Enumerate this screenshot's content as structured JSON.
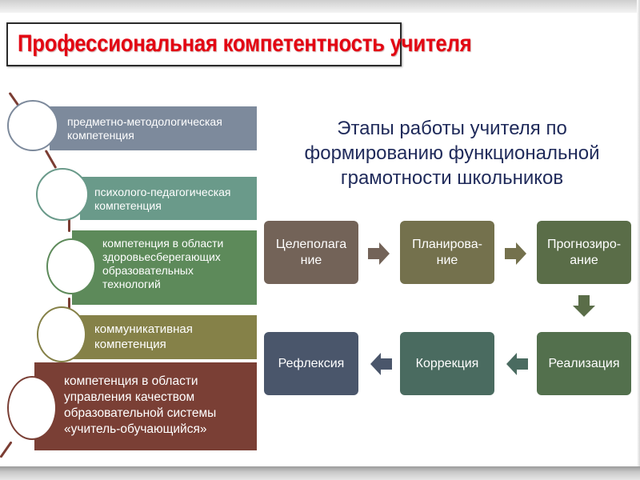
{
  "slide": {
    "title": "Профессиональная компетентность учителя",
    "title_color": "#e30613"
  },
  "competencies": [
    {
      "lines": [
        "предметно-методологическая",
        "компетенция"
      ],
      "color": "#7d8a9c",
      "circle_border": "#7d8a9c"
    },
    {
      "lines": [
        "психолого-педагогическая",
        "компетенция"
      ],
      "color": "#6a9a8a",
      "circle_border": "#6a9a8a"
    },
    {
      "lines": [
        "компетенция в области",
        "здоровьесберегающих",
        "образовательных",
        "технологий"
      ],
      "color": "#5d8a5a",
      "circle_border": "#5d8a5a"
    },
    {
      "lines": [
        "коммуникативная",
        "компетенция"
      ],
      "color": "#858148",
      "circle_border": "#858148"
    },
    {
      "lines": [
        "компетенция в области",
        "управления качеством",
        "образовательной системы",
        "«учитель-обучающийся»"
      ],
      "color": "#7a3f35",
      "circle_border": "#7a3f35"
    }
  ],
  "stages": {
    "heading_lines": [
      "Этапы работы учителя по",
      "формированию функциональной",
      "грамотности школьников"
    ],
    "heading_color": "#1f2a5a",
    "items": [
      {
        "lines": [
          "Целеполага",
          "ние"
        ],
        "color": "#736358"
      },
      {
        "lines": [
          "Планирова-",
          "ние"
        ],
        "color": "#74714d"
      },
      {
        "lines": [
          "Прогнозиро-",
          "ание"
        ],
        "color": "#5a6d48"
      },
      {
        "lines": [
          "Реализация"
        ],
        "color": "#53704d"
      },
      {
        "lines": [
          "Коррекция"
        ],
        "color": "#4a6b60"
      },
      {
        "lines": [
          "Рефлексия"
        ],
        "color": "#4a566b"
      }
    ],
    "arrows": [
      {
        "direction": "right",
        "color": "#736358"
      },
      {
        "direction": "right",
        "color": "#74714d"
      },
      {
        "direction": "down",
        "color": "#5a6d48"
      },
      {
        "direction": "left",
        "color": "#4a6b60"
      },
      {
        "direction": "left",
        "color": "#4a566b"
      }
    ]
  }
}
